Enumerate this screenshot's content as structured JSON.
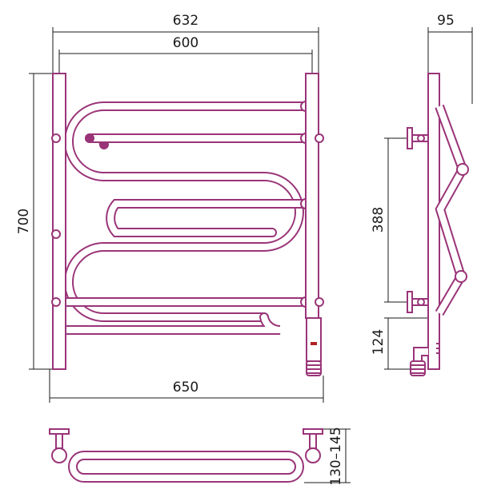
{
  "colors": {
    "outline": "#9a3478",
    "dimension_lines": "#1a1a1a",
    "background": "#ffffff"
  },
  "front_view": {
    "dim_top_outer": "632",
    "dim_top_inner": "600",
    "dim_height": "700",
    "dim_bottom": "650"
  },
  "side_view": {
    "dim_depth": "95",
    "dim_mount_spacing": "388",
    "dim_connection_height": "124"
  },
  "top_view": {
    "dim_wall_offset": "130–145"
  }
}
